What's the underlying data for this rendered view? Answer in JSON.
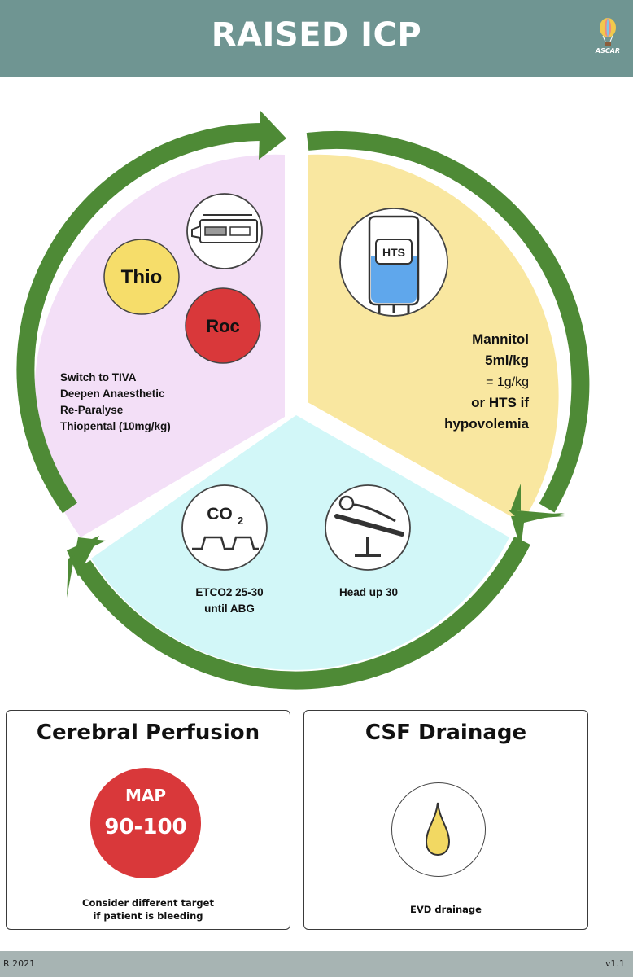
{
  "header": {
    "title": "RAISED ICP",
    "logo_text": "ASCAR"
  },
  "colors": {
    "header_bg": "#6f9592",
    "arrow_green": "#4e8a36",
    "left_segment": "#f3dff7",
    "right_segment": "#f9e7a0",
    "bottom_segment": "#d2f7f8",
    "thio": "#f6dd6a",
    "roc": "#d9383a",
    "map": "#d9383a",
    "drop": "#f2d862",
    "hts_bag": "#5fa7ec"
  },
  "diagram": {
    "left": {
      "thio_label": "Thio",
      "roc_label": "Roc",
      "lines": [
        "Switch to TIVA",
        "Deepen Anaesthetic",
        "Re-Paralyse",
        "Thiopental  (10mg/kg)"
      ]
    },
    "right": {
      "hts_label": "HTS",
      "lines": [
        "Mannitol",
        "5ml/kg",
        "= 1g/kg",
        "or HTS if",
        "hypovolemia"
      ]
    },
    "bottom": {
      "co2_label": "CO",
      "co2_sub": "2",
      "etco2_lines": [
        "ETCO2 25-30",
        "until ABG"
      ],
      "head_label": "Head up 30"
    }
  },
  "cards": {
    "perfusion": {
      "title": "Cerebral Perfusion",
      "map_label": "MAP",
      "map_value": "90-100",
      "note_lines": [
        "Consider different target",
        "if patient is bleeding"
      ]
    },
    "csf": {
      "title": "CSF Drainage",
      "note": "EVD drainage"
    }
  },
  "footer": {
    "left": "R 2021",
    "right": "v1.1"
  }
}
